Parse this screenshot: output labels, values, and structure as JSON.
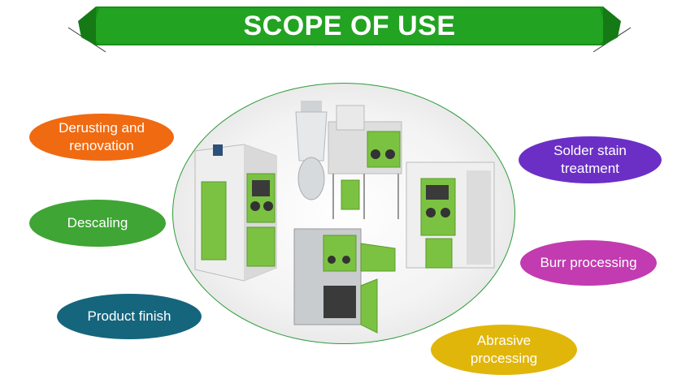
{
  "header": {
    "title": "SCOPE OF USE"
  },
  "applications": {
    "derusting": "Derusting and\nrenovation",
    "descaling": "Descaling",
    "product_finish": "Product finish",
    "solder_stain": "Solder stain\ntreatment",
    "burr": "Burr processing",
    "abrasive": "Abrasive\nprocessing"
  },
  "colors": {
    "banner_green": "#1ea01e",
    "derusting": "#f06a12",
    "descaling": "#3fa535",
    "product_finish": "#15657d",
    "solder_stain": "#6b2fc6",
    "burr": "#c23bb0",
    "abrasive": "#e1b60a",
    "machine_green": "#7cc242"
  }
}
